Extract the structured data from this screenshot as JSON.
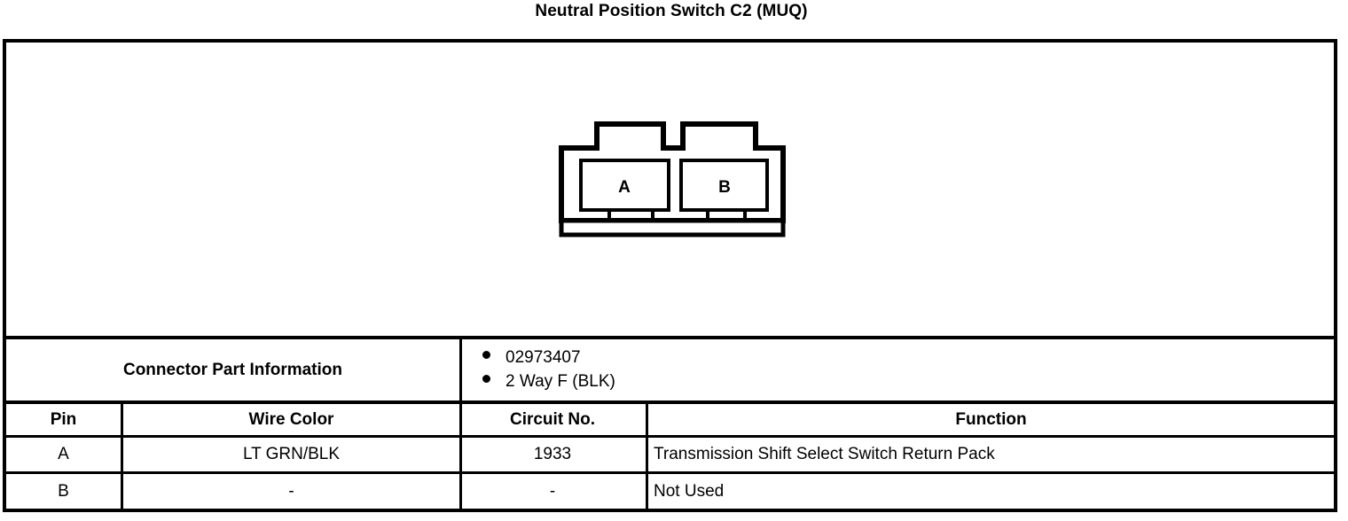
{
  "title": "Neutral Position Switch C2 (MUQ)",
  "connector": {
    "type": "2-way-female-connector-face-view",
    "cavities": [
      {
        "label": "A"
      },
      {
        "label": "B"
      }
    ]
  },
  "part_information": {
    "label": "Connector Part Information",
    "items": [
      "02973407",
      "2 Way F (BLK)"
    ]
  },
  "pin_table": {
    "headers": {
      "pin": "Pin",
      "wire_color": "Wire Color",
      "circuit_no": "Circuit No.",
      "function": "Function"
    },
    "rows": [
      {
        "pin": "A",
        "wire_color": "LT GRN/BLK",
        "circuit_no": "1933",
        "function": "Transmission Shift Select Switch Return Pack"
      },
      {
        "pin": "B",
        "wire_color": "-",
        "circuit_no": "-",
        "function": "Not Used"
      }
    ]
  },
  "colors": {
    "ink": "#000000",
    "background": "#ffffff"
  }
}
